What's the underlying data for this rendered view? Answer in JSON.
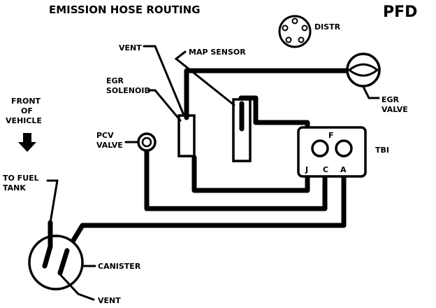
{
  "title": "EMISSION HOSE ROUTING",
  "code": "PFD",
  "labels": {
    "distr": "DISTR",
    "vent_top": "VENT",
    "map_sensor": "MAP SENSOR",
    "egr_solenoid_1": "EGR",
    "egr_solenoid_2": "SOLENOID",
    "front_1": "FRONT",
    "front_2": "OF",
    "front_3": "VEHICLE",
    "pcv_1": "PCV",
    "pcv_2": "VALVE",
    "egr_valve_1": "EGR",
    "egr_valve_2": "VALVE",
    "tbi": "TBI",
    "port_f": "F",
    "port_j": "J",
    "port_c": "C",
    "port_a": "A",
    "fuel_1": "TO FUEL",
    "fuel_2": "TANK",
    "canister": "CANISTER",
    "vent_bottom": "VENT"
  },
  "colors": {
    "ink": "#000000",
    "paper": "#ffffff"
  }
}
